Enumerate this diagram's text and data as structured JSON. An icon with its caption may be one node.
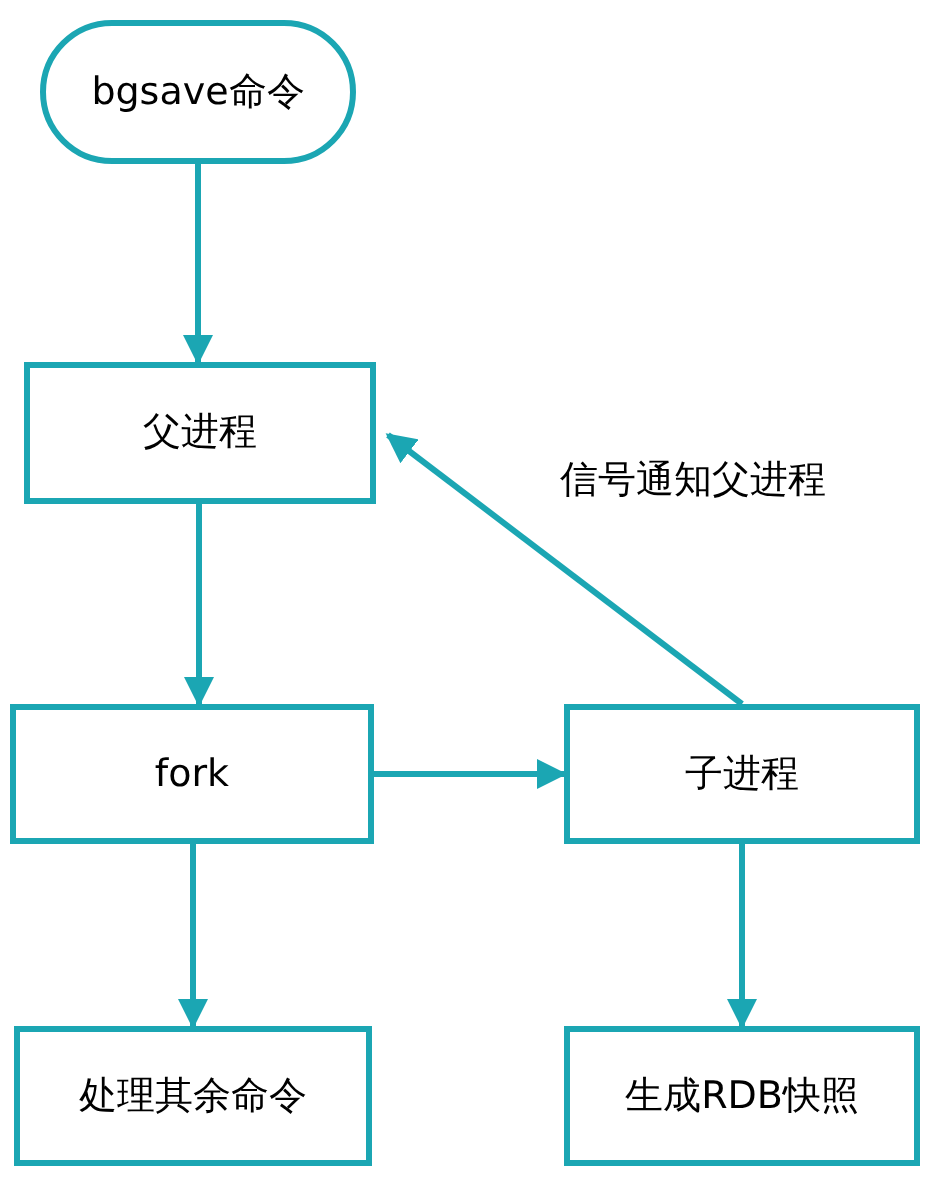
{
  "diagram": {
    "nodes": [
      {
        "text": [
          "bgsave命令"
        ]
      },
      {
        "text": [
          "父进程"
        ]
      },
      {
        "text": [
          "fork"
        ]
      },
      {
        "text": [
          "子进程"
        ]
      },
      {
        "text": [
          "处理其余命令"
        ]
      },
      {
        "text": [
          "生成RDB快照"
        ]
      }
    ],
    "edges": [
      {
        "from": 0,
        "to": 1,
        "arrow": "to"
      },
      {
        "from": 1,
        "to": 2,
        "arrow": "to"
      },
      {
        "from": 2,
        "to": 3,
        "arrow": "to"
      },
      {
        "from": 3,
        "to": 1,
        "arrow": "to",
        "label": "信号通知父进程"
      },
      {
        "from": 2,
        "to": 4,
        "arrow": "to"
      },
      {
        "from": 3,
        "to": 5,
        "arrow": "to"
      }
    ]
  }
}
